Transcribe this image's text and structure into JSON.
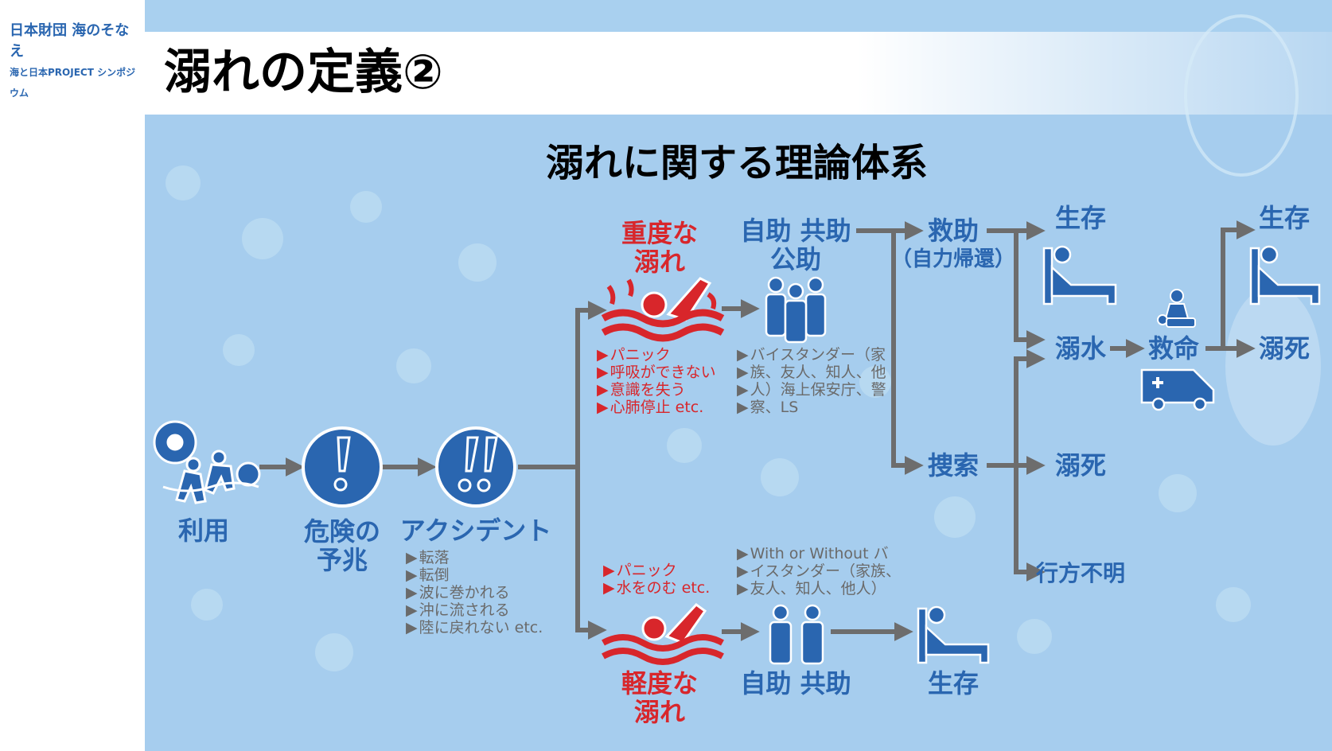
{
  "logo": {
    "line1": "日本財団 海のそなえ",
    "line2": "海と日本PROJECT シンポジウム"
  },
  "header": {
    "title": "溺れの定義②"
  },
  "diagram": {
    "subtitle": "溺れに関する理論体系",
    "use": "利用",
    "danger": [
      "危険の",
      "予兆"
    ],
    "accident": {
      "label": "アクシデント",
      "items": [
        "転落",
        "転倒",
        "波に巻かれる",
        "沖に流される",
        "陸に戻れない etc."
      ]
    },
    "severe": {
      "label": [
        "重度な",
        "溺れ"
      ],
      "items": [
        "パニック",
        "呼吸ができない",
        "意識を失う",
        "心肺停止 etc."
      ]
    },
    "severe_help": {
      "label": [
        "自助 共助",
        "公助"
      ],
      "note": [
        "バイスタンダー（家",
        "族、友人、知人、他",
        "人）海上保安庁、警",
        "察、LS"
      ]
    },
    "mild": {
      "label": [
        "軽度な",
        "溺れ"
      ],
      "items": [
        "パニック",
        "水をのむ etc."
      ]
    },
    "mild_help": {
      "label": "自助 共助",
      "note": [
        "With or Without バ",
        "イスタンダー（家族、",
        "友人、知人、他人）"
      ]
    },
    "mild_outcome": "生存",
    "rescue": [
      "救助",
      "（自力帰還）"
    ],
    "search": "捜索",
    "outcomes": {
      "survive": "生存",
      "drowning": "溺水",
      "death": "溺死",
      "missing": "行方不明"
    },
    "lifesaving": "救命",
    "final": {
      "survive": "生存",
      "death": "溺死"
    }
  },
  "colors": {
    "blue": "#2a66b0",
    "red": "#d8262b",
    "arrow": "#6d6d6d",
    "background": "#a6cdee"
  }
}
